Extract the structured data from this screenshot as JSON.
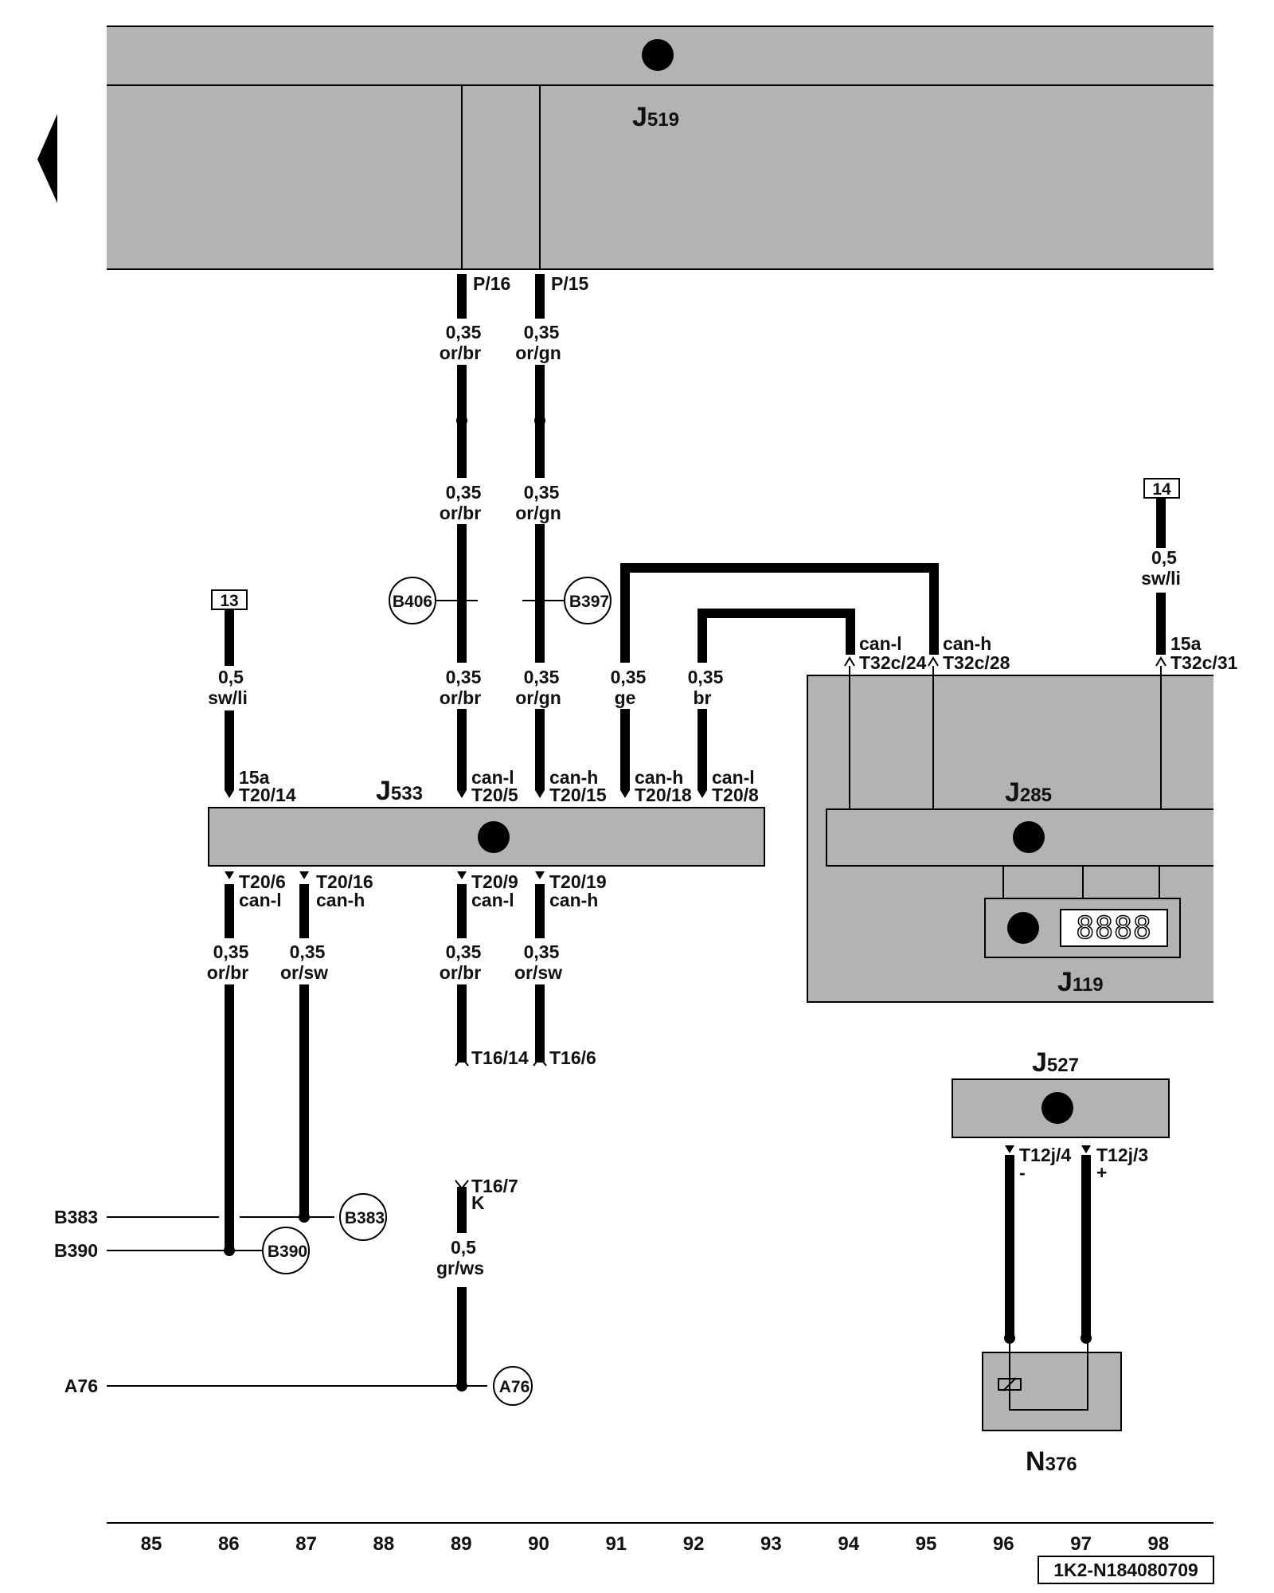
{
  "components": {
    "J519": {
      "main": "J",
      "sub": "519"
    },
    "J533": {
      "main": "J",
      "sub": "533"
    },
    "J285": {
      "main": "J",
      "sub": "285"
    },
    "J119": {
      "main": "J",
      "sub": "119"
    },
    "J527": {
      "main": "J",
      "sub": "527"
    },
    "N376": {
      "main": "N",
      "sub": "376"
    }
  },
  "j119_display": "8888",
  "refs": {
    "r13": "13",
    "r14": "14"
  },
  "connectors": {
    "B406": "B406",
    "B397": "B397",
    "B383": "B383",
    "B390": "B390",
    "A76": "A76"
  },
  "side_labels": {
    "B383": "B383",
    "B390": "B390",
    "A76": "A76"
  },
  "pins": {
    "p16": "P/16",
    "p15": "P/15",
    "t20_14": "T20/14",
    "t20_5": "T20/5",
    "t20_15": "T20/15",
    "t20_18": "T20/18",
    "t20_8": "T20/8",
    "t20_6": "T20/6",
    "t20_16": "T20/16",
    "t20_9": "T20/9",
    "t20_19": "T20/19",
    "t32c_24": "T32c/24",
    "t32c_28": "T32c/28",
    "t32c_31": "T32c/31",
    "t16_14": "T16/14",
    "t16_6": "T16/6",
    "t16_7": "T16/7",
    "t12j_4": "T12j/4",
    "t12j_3": "T12j/3"
  },
  "signals": {
    "can_l": "can-l",
    "can_h": "can-h",
    "v15a": "15a",
    "k": "K",
    "minus": "-",
    "plus": "+"
  },
  "wires": {
    "w035": "0,35",
    "w05": "0,5",
    "or_br": "or/br",
    "or_gn": "or/gn",
    "or_sw": "or/sw",
    "ge": "ge",
    "br": "br",
    "sw_li": "sw/li",
    "gr_ws": "gr/ws"
  },
  "columns": [
    "85",
    "86",
    "87",
    "88",
    "89",
    "90",
    "91",
    "92",
    "93",
    "94",
    "95",
    "96",
    "97",
    "98"
  ],
  "doc_id": "1K2-N184080709"
}
